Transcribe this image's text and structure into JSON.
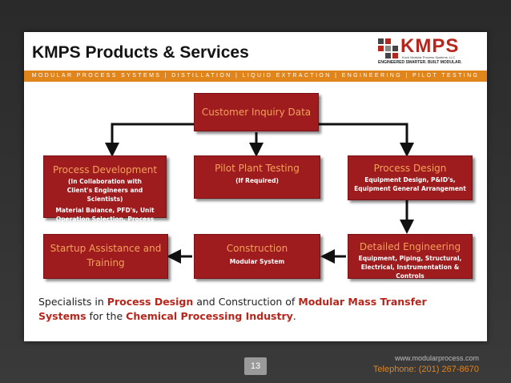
{
  "slide": {
    "title": "KMPS Products & Services",
    "banner": "MODULAR PROCESS SYSTEMS | DISTILLATION | LIQUID EXTRACTION | ENGINEERING | PILOT TESTING",
    "logo": {
      "word": "KMPS",
      "subtitle": "Koch Modular Process Systems, LLC",
      "tagline": "ENGINEERED SMARTER. BUILT MODULAR."
    },
    "page_number": "13",
    "website": "www.modularprocess.com",
    "telephone": "Telephone: (201) 267-8670"
  },
  "diagram": {
    "customer": {
      "title": "Customer Inquiry Data"
    },
    "process_development": {
      "title": "Process Development",
      "note": "(In Collaboration with Client's Engineers and Scientists)",
      "detail": "Material Balance, PFD's, Unit Operation Selection, Process Simulation"
    },
    "pilot": {
      "title": "Pilot Plant Testing",
      "note": "(If Required)"
    },
    "process_design": {
      "title": "Process Design",
      "detail": "Equipment Design, P&ID's, Equipment General Arrangement"
    },
    "startup": {
      "title_1": "Startup Assistance  and",
      "title_2": "Training"
    },
    "construction": {
      "title": "Construction",
      "detail": "Modular System"
    },
    "detailed_engineering": {
      "title": "Detailed Engineering",
      "detail": "Equipment, Piping, Structural, Electrical, Instrumentation & Controls"
    }
  },
  "description": {
    "p1": "Specialists in ",
    "h1": "Process Design",
    "p2": " and Construction of ",
    "h2": "Modular Mass Transfer Systems",
    "p3": " for the ",
    "h3": "Chemical Processing Industry",
    "p4": "."
  },
  "colors": {
    "box": "#9e1b1e",
    "box_title": "#f5a15b",
    "banner": "#e0851c",
    "accent": "#b7261c"
  }
}
